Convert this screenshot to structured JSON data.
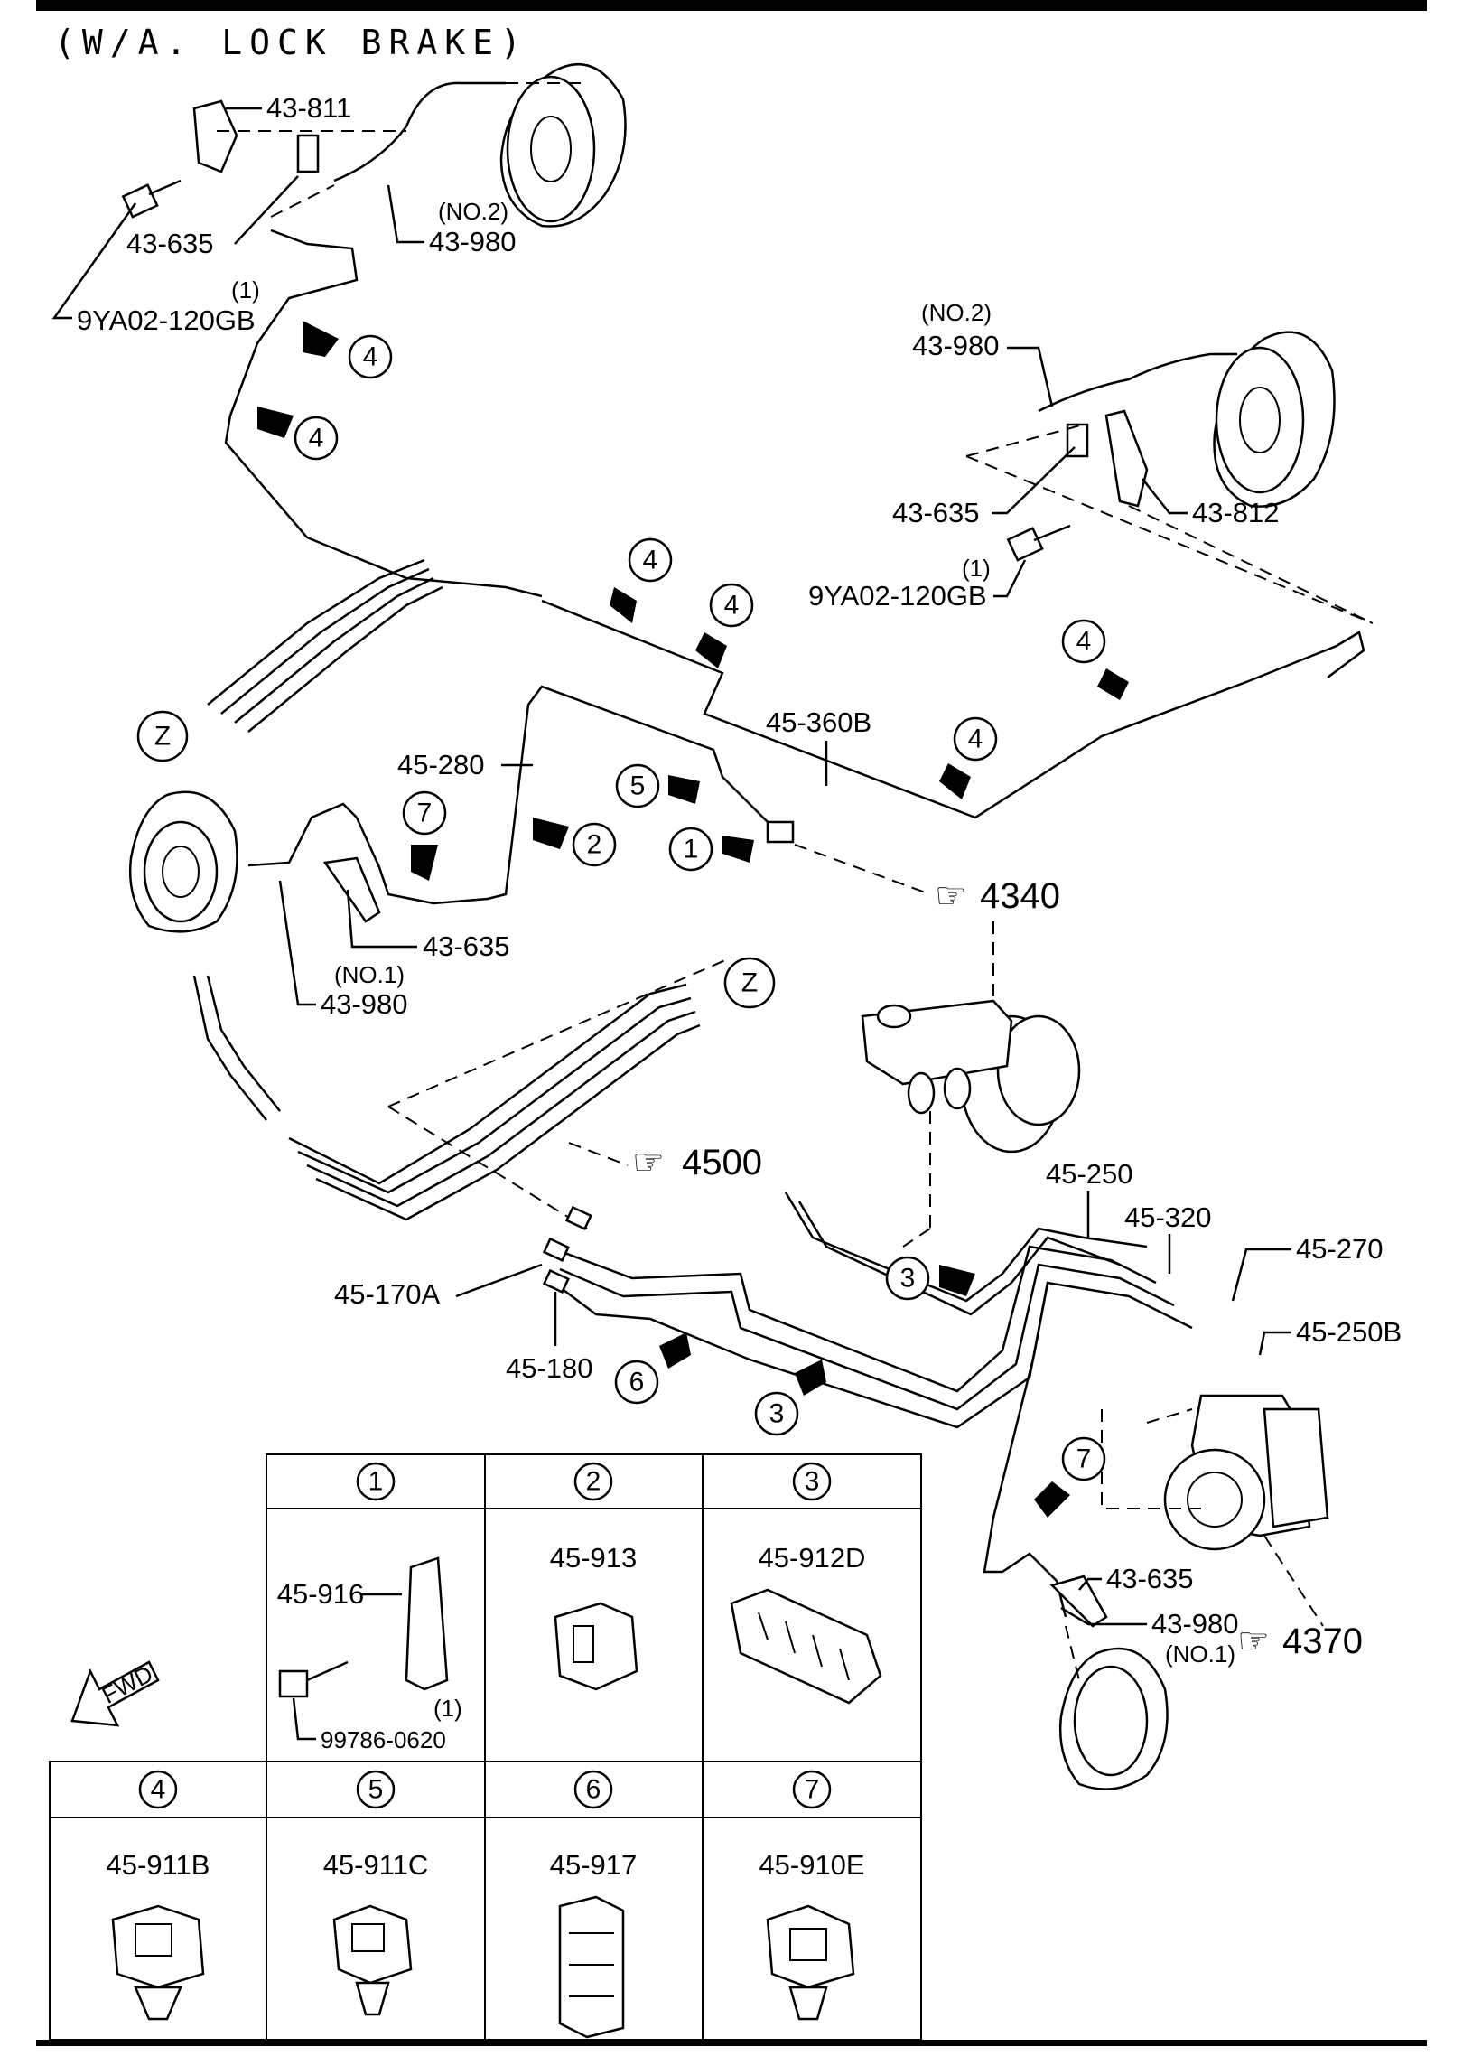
{
  "title": "(W/A. LOCK BRAKE)",
  "part_labels": {
    "p_43811": "43-811",
    "p_43635_a": "43-635",
    "p_no2_a": "(NO.2)",
    "p_43980_a": "43-980",
    "p_1_a": "(1)",
    "p_9ya02_a": "9YA02-120GB",
    "p_no2_b": "(NO.2)",
    "p_43980_b": "43-980",
    "p_43635_b": "43-635",
    "p_43812": "43-812",
    "p_1_b": "(1)",
    "p_9ya02_b": "9YA02-120GB",
    "p_45360b": "45-360B",
    "p_45280": "45-280",
    "p_43635_c": "43-635",
    "p_no1_a": "(NO.1)",
    "p_43980_c": "43-980",
    "p_45250": "45-250",
    "p_45320": "45-320",
    "p_45270": "45-270",
    "p_45250b": "45-250B",
    "p_45170a": "45-170A",
    "p_45180": "45-180",
    "p_43635_d": "43-635",
    "p_43980_d": "43-980",
    "p_no1_b": "(NO.1)"
  },
  "refs": {
    "r4340": "4340",
    "r4500": "4500",
    "r4370": "4370"
  },
  "zone_markers": {
    "z1": "Z",
    "z2": "Z"
  },
  "clip_callouts": {
    "c4_a": "4",
    "c4_b": "4",
    "c4_c": "4",
    "c4_d": "4",
    "c4_e": "4",
    "c4_f": "4",
    "c2": "2",
    "c5": "5",
    "c1": "1",
    "c7_a": "7",
    "c3_a": "3",
    "c3_b": "3",
    "c6": "6",
    "c7_b": "7"
  },
  "fwd_label": "FWD",
  "table": {
    "cells": [
      {
        "num": "1",
        "part": "45-916"
      },
      {
        "num": "2",
        "part": "45-913"
      },
      {
        "num": "3",
        "part": "45-912D"
      },
      {
        "num": "4",
        "part": "45-911B"
      },
      {
        "num": "5",
        "part": "45-911C"
      },
      {
        "num": "6",
        "part": "45-917"
      },
      {
        "num": "7",
        "part": "45-910E"
      }
    ],
    "extra_bolt": "99786-0620",
    "extra_qty": "(1)"
  }
}
